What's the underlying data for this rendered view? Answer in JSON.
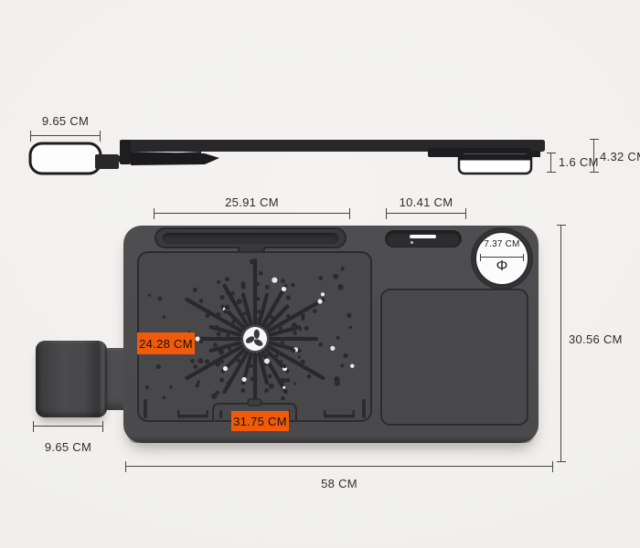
{
  "page": {
    "background_color": "#f1f0ee",
    "accent_orange": "#f15a08",
    "unit": "CM"
  },
  "side_view": {
    "cup_width_label": "9.65 CM",
    "tray_thickness_label": "1.6 CM",
    "folded_height_label": "4.32 CM"
  },
  "top_view": {
    "tablet_groove_width_label": "25.91 CM",
    "phone_slot_width_label": "10.41 CM",
    "cup_hole_diameter_label": "7.37 CM",
    "diameter_symbol": "Φ",
    "cooling_panel_height_label": "24.28 CM",
    "cooling_panel_width_label": "31.75 CM",
    "tray_depth_label": "30.56 CM",
    "cup_holder_width_label": "9.65 CM",
    "tray_width_label": "58 CM"
  }
}
